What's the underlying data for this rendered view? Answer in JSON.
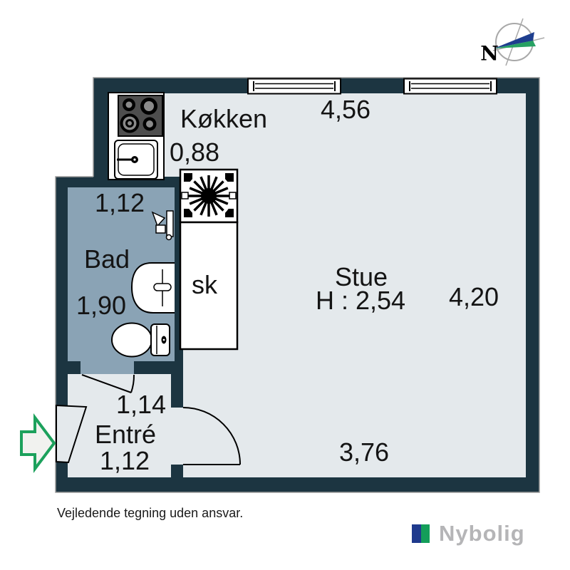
{
  "rooms": {
    "koekken": {
      "label": "Køkken",
      "depth": "0,88",
      "width_top": "4,56"
    },
    "bad": {
      "label": "Bad",
      "width": "1,12",
      "depth": "1,90"
    },
    "stue": {
      "label": "Stue",
      "ceiling_height": "H : 2,54",
      "depth": "4,20",
      "width_bottom": "3,76"
    },
    "entre": {
      "label": "Entré",
      "width_top": "1,14",
      "width_bottom": "1,12"
    },
    "closet": {
      "label": "sk"
    }
  },
  "compass": {
    "north_label": "N"
  },
  "footer": {
    "disclaimer": "Vejledende tegning uden ansvar.",
    "brand": "Nybolig"
  },
  "icons": [
    "compass-rose-icon",
    "entrance-arrow-icon",
    "stove-icon",
    "sink-icon",
    "ventilation-fan-icon",
    "shower-mixer-icon",
    "washbasin-icon",
    "toilet-icon",
    "window-icon",
    "door-swing-icon"
  ],
  "colors": {
    "wall": "#1c3541",
    "floor": "#e4e9ec",
    "bad_floor": "#8aa3b5",
    "outline": "#9b9b9b",
    "arrow_green": "#1ca15c",
    "compass_blue": "#1e3e8e",
    "compass_green": "#27a163",
    "logo_blue": "#1f3a8d",
    "logo_green": "#149e5a",
    "logo_text": "#b5b5b7"
  }
}
